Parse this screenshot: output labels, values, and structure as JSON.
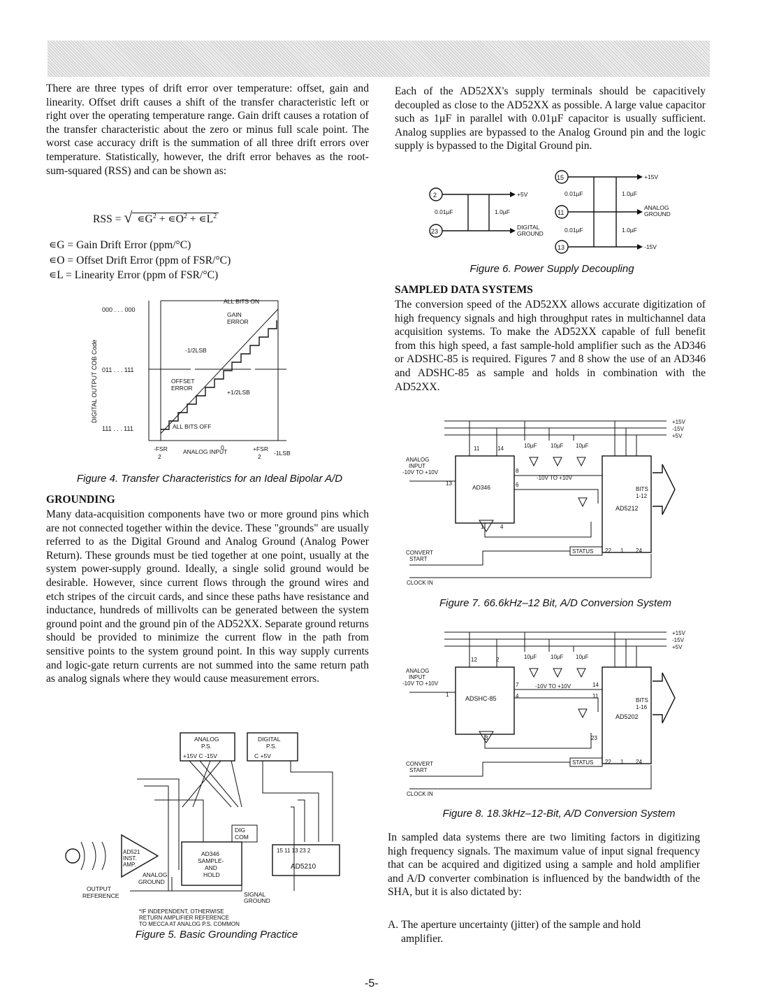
{
  "page_number": "-5-",
  "left_col": {
    "drift_para": "There are three types of drift error over temperature: offset, gain and linearity. Offset drift causes a shift of the transfer characteristic left or right over the operating temperature range. Gain drift causes a rotation of the transfer characteristic about the zero or minus full scale point. The worst case accuracy drift is the summation of all three drift errors over temperature. Statistically, however, the drift error behaves as the root-sum-squared (RSS) and can be shown as:",
    "rss_lhs": "RSS =",
    "rss_terms": [
      "∊G",
      "+ ∊O",
      "+ ∊L"
    ],
    "defs": [
      {
        "sym": "∊G",
        "text": "= Gain Drift Error (ppm/°C)"
      },
      {
        "sym": "∊O",
        "text": "= Offset Drift Error (ppm of FSR/°C)"
      },
      {
        "sym": "∊L",
        "text": "= Linearity Error (ppm of FSR/°C)"
      }
    ],
    "grounding_heading": "GROUNDING",
    "grounding_para": "Many data-acquisition components have two or more ground pins which are not connected together within the device. These \"grounds\" are usually referred to as the Digital Ground and Analog Ground (Analog Power Return). These grounds must be tied together at one point, usually at the system power-supply ground. Ideally, a single solid ground would be desirable. However, since current flows through the ground wires and etch stripes of the circuit cards, and since these paths have resistance and inductance, hundreds of millivolts can be generated between the system ground point and the ground pin of the AD52XX. Separate ground returns should be provided to minimize the current flow in the path from sensitive points to the system ground point. In this way supply currents and logic-gate return currents are not summed into the same return path as analog signals where they would cause measurement errors."
  },
  "right_col": {
    "decoupling_para": "Each of the AD52XX's supply terminals should be capacitively decoupled as close to the AD52XX as possible. A large value capacitor such as 1µF in parallel with 0.01µF capacitor is usually sufficient. Analog supplies are bypassed to the Analog Ground pin and the logic supply is bypassed to the Digital Ground pin.",
    "sampled_heading": "SAMPLED DATA SYSTEMS",
    "sampled_para": "The conversion speed of the AD52XX allows accurate digitization of high frequency signals and high throughput rates in multichannel data acquisition systems. To make the AD52XX capable of full benefit from this high speed, a fast sample-hold amplifier such as the AD346 or ADSHC-85 is required. Figures 7 and 8 show the use of an AD346 and ADSHC-85 as sample and holds in combination with the AD52XX.",
    "limits_para": "In sampled data systems there are two limiting factors in digitizing high frequency signals. The maximum value of input signal frequency that can be acquired and digitized using a sample and hold amplifier and A/D converter combination is influenced by the bandwidth of the SHA, but it is also dictated by:",
    "list_a_label": "A.",
    "list_a_text": "The aperture uncertainty (jitter) of the sample and hold amplifier."
  },
  "fig4": {
    "caption": "Figure 4. Transfer Characteristics for an Ideal Bipolar A/D",
    "ylabel": "DIGITAL OUTPUT COB Code",
    "codes": [
      "000 . . . 000",
      "011 . . . 111",
      "111 . . . 111"
    ],
    "labels": {
      "all_on": "ALL BITS ON",
      "gain": "GAIN",
      "error": "ERROR",
      "half_lsb_neg": "-1/2LSB",
      "offset": "OFFSET",
      "offset_error": "ERROR",
      "half_lsb_pos": "+1/2LSB",
      "all_off": "ALL BITS OFF",
      "fsr_neg_num": "-FSR",
      "fsr_den": "2",
      "zero": "0",
      "analog_input": "ANALOG INPUT",
      "fsr_pos_num": "+FSR",
      "lsb": "-1LSB"
    }
  },
  "fig5": {
    "caption": "Figure 5. Basic Grounding Practice",
    "analog_ps": "ANALOG",
    "analog_ps2": "P.S.",
    "analog_rails": "+15V  C  -15V",
    "digital_ps": "DIGITAL",
    "digital_ps2": "P.S.",
    "digital_rails": "C      +5V",
    "inst_amp": [
      "AD521",
      "INST.",
      "AMP."
    ],
    "sh": [
      "AD346",
      "SAMPLE-",
      "AND",
      "HOLD"
    ],
    "adc": "AD5210",
    "adc_pins": "15  11  13  23  2",
    "dig_com": [
      "DIG",
      "COM"
    ],
    "analog_ground": [
      "ANALOG",
      "GROUND"
    ],
    "output_ref": [
      "OUTPUT",
      "REFERENCE"
    ],
    "signal_ground": [
      "SIGNAL",
      "GROUND"
    ],
    "note": [
      "*IF INDEPENDENT, OTHERWISE",
      "RETURN AMPLIFIER REFERENCE",
      "TO MECCA AT ANALOG P.S. COMMON"
    ]
  },
  "fig6": {
    "caption": "Figure 6. Power Supply Decoupling",
    "pins": [
      "2",
      "23",
      "15",
      "11",
      "13"
    ],
    "left_labels": {
      "v5": "+5V",
      "c1": "0.01µF",
      "c2": "1.0µF",
      "dg1": "DIGITAL",
      "dg2": "GROUND"
    },
    "right_labels": {
      "v15": "+15V",
      "c1": "0.01µF",
      "c2": "1.0µF",
      "ag1": "ANALOG",
      "ag2": "GROUND",
      "c3": "0.01µF",
      "c4": "1.0µF",
      "vm15": "-15V"
    }
  },
  "fig7": {
    "caption": "Figure 7.  66.6kHz–12 Bit, A/D Conversion System",
    "rails": [
      "+15V",
      "-15V",
      "+5V"
    ],
    "caps": [
      "10µF",
      "10µF",
      "10µF"
    ],
    "sha": "AD346",
    "adc": "AD5212",
    "bits": [
      "BITS",
      "1-12"
    ],
    "analog_input": [
      "ANALOG",
      "INPUT",
      "-10V TO +10V"
    ],
    "mid_range": "-10V TO +10V",
    "pins": {
      "a": "11",
      "b": "14",
      "c": "13",
      "d": "8",
      "e": "6",
      "f": "1",
      "g": "4",
      "h": "22",
      "i": "1",
      "j": "24"
    },
    "status": "STATUS",
    "convert": [
      "CONVERT",
      "START"
    ],
    "clock": "CLOCK IN"
  },
  "fig8": {
    "caption": "Figure 8.  18.3kHz–12-Bit, A/D Conversion System",
    "rails": [
      "+15V",
      "-15V",
      "+5V"
    ],
    "caps": [
      "10µF",
      "10µF",
      "10µF"
    ],
    "sha": "ADSHC-85",
    "adc": "AD5202",
    "bits": [
      "BITS",
      "1-16"
    ],
    "analog_input": [
      "ANALOG",
      "INPUT",
      "-10V TO +10V"
    ],
    "mid_range": "-10V TO +10V",
    "pins": {
      "a": "12",
      "b": "2",
      "c": "1",
      "d": "7",
      "e": "4",
      "f": "3",
      "g": "14",
      "h": "11",
      "i": "23",
      "j": "22",
      "k": "1",
      "l": "24"
    },
    "status": "STATUS",
    "convert": [
      "CONVERT",
      "START"
    ],
    "clock": "CLOCK IN"
  }
}
